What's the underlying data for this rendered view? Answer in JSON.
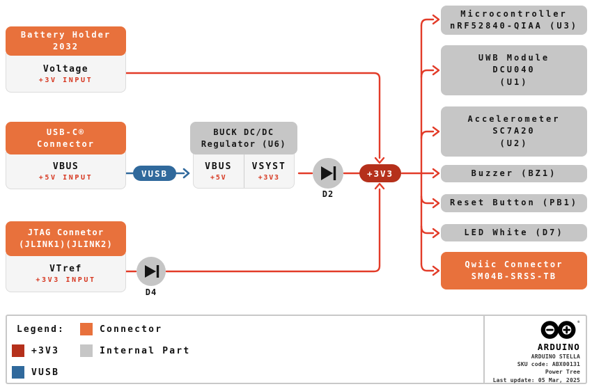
{
  "colors": {
    "connector_orange": "#E8713C",
    "rail_3v3_red": "#B5301B",
    "vusb_blue": "#30699C",
    "internal_gray": "#C6C6C6",
    "wire_red": "#E23B28",
    "note_red": "#D6361F"
  },
  "sources": [
    {
      "header": "Battery Holder\n2032",
      "signal": "Voltage",
      "note": "+3V INPUT"
    },
    {
      "header": "USB-C®\nConnector",
      "signal": "VBUS",
      "note": "+5V INPUT"
    },
    {
      "header": "JTAG Connetor\n(JLINK1)(JLINK2)",
      "signal": "VTref",
      "note": "+3V3 INPUT"
    }
  ],
  "regulator": {
    "header": "BUCK DC/DC\nRegulator (U6)",
    "input_signal": "VBUS",
    "input_note": "+5V",
    "output_signal": "VSYST",
    "output_note": "+3V3"
  },
  "nets": {
    "vusb": "VUSB",
    "rail": "+3V3"
  },
  "diodes": {
    "d2": "D2",
    "d4": "D4"
  },
  "loads": [
    {
      "label": "Microcontroller\nnRF52840-QIAA (U3)",
      "type": "internal"
    },
    {
      "label": "UWB Module\nDCU040\n(U1)",
      "type": "internal"
    },
    {
      "label": "Accelerometer\nSC7A20\n(U2)",
      "type": "internal"
    },
    {
      "label": "Buzzer (BZ1)",
      "type": "internal"
    },
    {
      "label": "Reset Button (PB1)",
      "type": "internal"
    },
    {
      "label": "LED White (D7)",
      "type": "internal"
    },
    {
      "label": "Qwiic Connector\nSM04B-SRSS-TB",
      "type": "connector"
    }
  ],
  "legend": {
    "title": "Legend:",
    "items": [
      {
        "label": "Connector",
        "color": "#E8713C"
      },
      {
        "label": "+3V3",
        "color": "#B5301B"
      },
      {
        "label": "VUSB",
        "color": "#30699C"
      },
      {
        "label": "Internal Part",
        "color": "#C6C6C6"
      }
    ]
  },
  "titleblock": {
    "brand": "ARDUINO",
    "lines": [
      "ARDUINO STELLA",
      "SKU code: ABX00131",
      "Power Tree",
      "Last update: 05 Mar, 2025"
    ]
  }
}
